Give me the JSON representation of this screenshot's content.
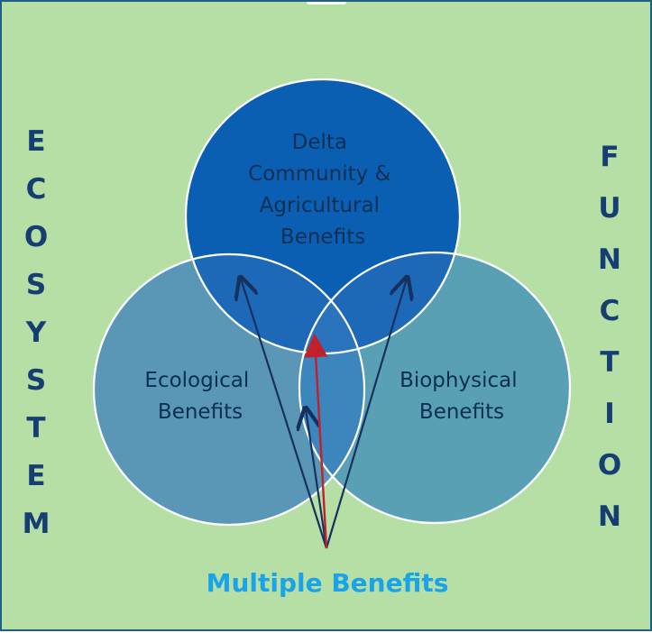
{
  "diagram": {
    "left_word": "ECOSYSTEM",
    "right_word": "FUNCTION",
    "circles": {
      "top": {
        "lines": [
          "Delta",
          "Community &",
          "Agricultural",
          "Benefits"
        ]
      },
      "left": {
        "lines": [
          "Ecological",
          "Benefits"
        ]
      },
      "right": {
        "lines": [
          "Biophysical",
          "Benefits"
        ]
      }
    },
    "footer": "Multiple Benefits",
    "colors": {
      "background": "#b6dfa6",
      "border": "#1f5f86",
      "circle_top": "#0b5fb3",
      "circle_left": "#5a97b6",
      "circle_right": "#5aa0b4",
      "overlap": "#2f74b8",
      "arrow": "#14315f",
      "arrow_highlight": "#c2202a",
      "footer_text": "#1aa3e8",
      "side_text": "#173e73"
    }
  }
}
